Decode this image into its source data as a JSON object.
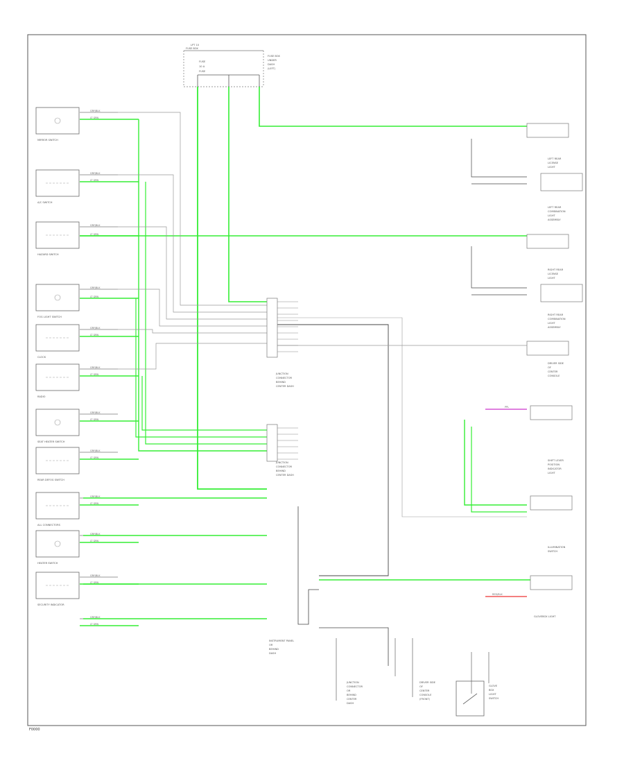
{
  "diagram": {
    "footer_code": "F0000",
    "wire_colors": {
      "green": "#33ee33",
      "gray": "#999999",
      "line": "#444444",
      "purple": "#cc33cc",
      "red": "#ee3333"
    },
    "top_fuse": {
      "title": "LPT 10",
      "sub": "FUSE BOX",
      "lines": [
        "FUSE",
        "10 A",
        "FUSE"
      ],
      "note": [
        "FUSE BOX",
        "UNDER",
        "DASH",
        "(LEFT)"
      ]
    },
    "left_components": [
      {
        "name": "MIRROR SWITCH"
      },
      {
        "name": "A/C SWITCH"
      },
      {
        "name": "HAZARD SWITCH"
      },
      {
        "name": "FOG LIGHT SWITCH"
      },
      {
        "name": "CLOCK"
      },
      {
        "name": "RADIO"
      },
      {
        "name": "SEAT HEATER SWITCH"
      },
      {
        "name": "REAR DEFOG SWITCH"
      },
      {
        "name": "ALL CONNECTORS"
      },
      {
        "name": "HEATER SWITCH"
      },
      {
        "name": "SECURITY INDICATOR"
      }
    ],
    "center_blocks": [
      {
        "lines": [
          "JUNCTION",
          "CONNECTOR",
          "BEHIND",
          "CENTER DASH"
        ]
      },
      {
        "lines": [
          "JUNCTION",
          "CONNECTOR",
          "BEHIND",
          "CENTER DASH"
        ]
      }
    ],
    "right_components": [
      {
        "lines": [
          "LEFT REAR",
          "LICENSE",
          "LIGHT"
        ]
      },
      {
        "lines": [
          "LEFT REAR",
          "COMBINATION",
          "LIGHT",
          "ASSEMBLY"
        ]
      },
      {
        "lines": [
          "RIGHT REAR",
          "LICENSE",
          "LIGHT"
        ]
      },
      {
        "lines": [
          "RIGHT REAR",
          "COMBINATION",
          "LIGHT",
          "ASSEMBLY"
        ]
      },
      {
        "lines": [
          "DRIVER SIDE",
          "OF",
          "CENTER",
          "CONSOLE"
        ]
      },
      {
        "lines": [
          "SHIFT LEVER",
          "POSITION",
          "INDICATOR",
          "LIGHT"
        ]
      },
      {
        "lines": [
          "ILLUMINATION",
          "SWITCH"
        ]
      },
      {
        "lines": [
          "GLOVEBOX LIGHT"
        ]
      }
    ],
    "bottom_components": [
      {
        "lines": [
          "INSTRUMENT PANEL",
          "OR",
          "BEHIND",
          "DASH"
        ]
      },
      {
        "lines": [
          "JUNCTION",
          "CONNECTOR",
          "OR",
          "BEHIND",
          "CENTER",
          "DASH"
        ]
      },
      {
        "lines": [
          "DRIVER SIDE",
          "OF",
          "CENTER",
          "CONSOLE",
          "(FRONT)"
        ]
      },
      {
        "lines": [
          "GLOVE",
          "BOX",
          "LIGHT",
          "SWITCH"
        ]
      }
    ],
    "wire_labels": {
      "green": "LT GRN",
      "gray": "GRY/BLK",
      "purple": "PPL",
      "red": "RED/BLK"
    }
  }
}
